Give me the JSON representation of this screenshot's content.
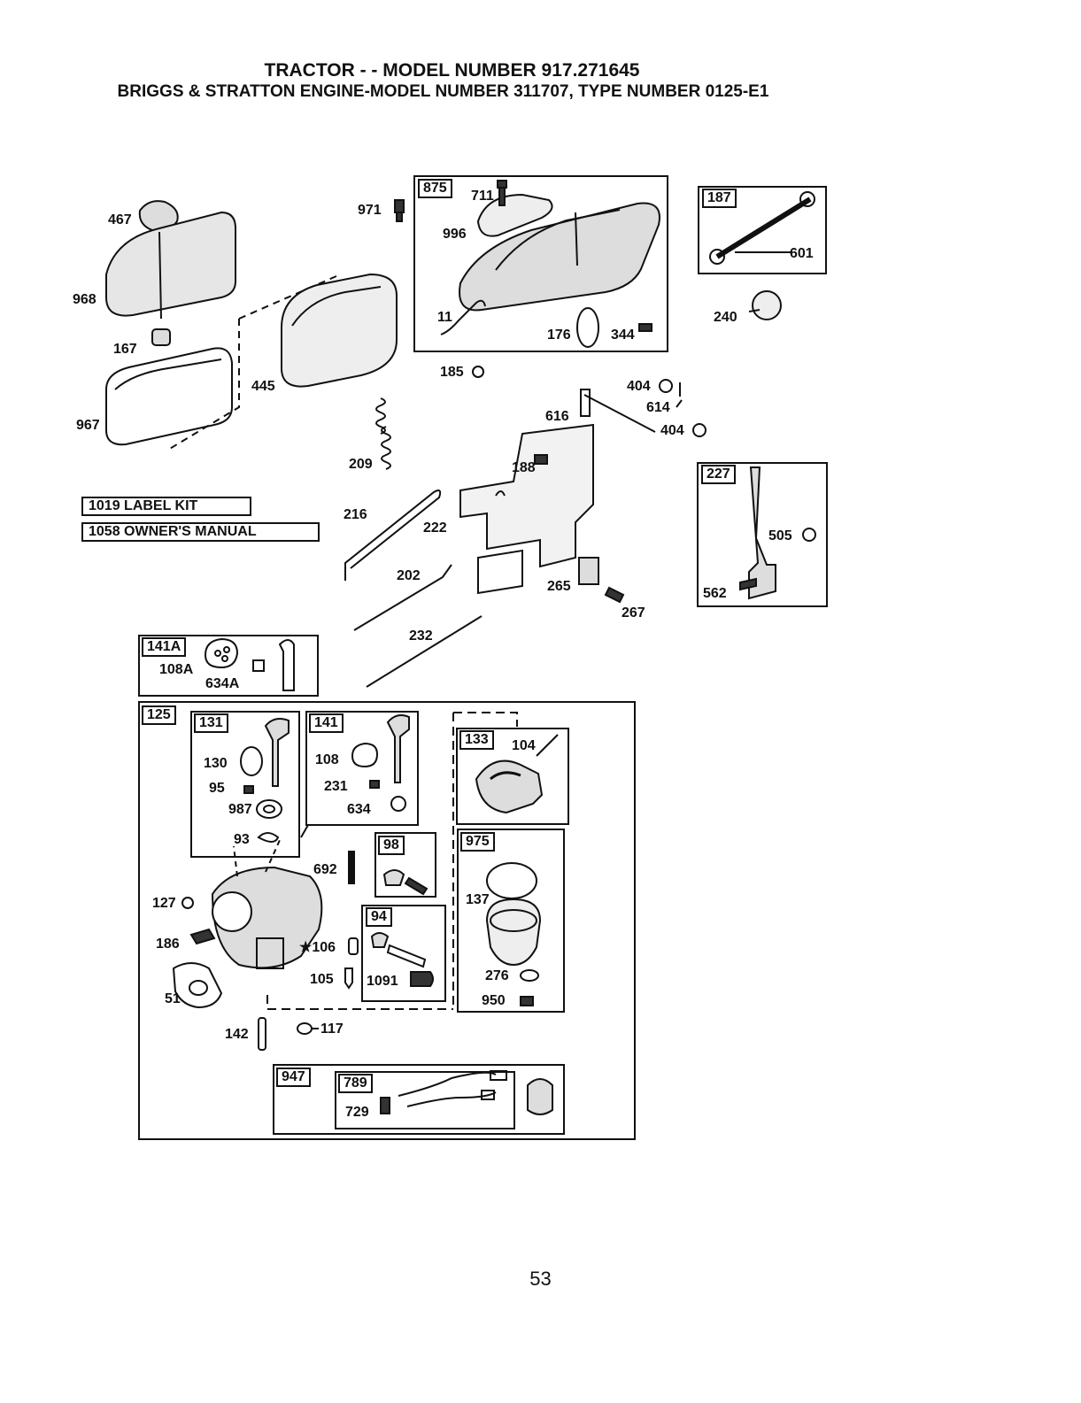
{
  "header": {
    "title_line1": "TRACTOR - - MODEL NUMBER 917.271645",
    "title_line2": "BRIGGS & STRATTON ENGINE-MODEL NUMBER 311707, TYPE NUMBER 0125-E1"
  },
  "kits": {
    "label_kit": "1019 LABEL KIT",
    "owners_manual": "1058 OWNER'S MANUAL"
  },
  "box_labels": {
    "b875": "875",
    "b187": "187",
    "b227": "227",
    "b141A": "141A",
    "b125": "125",
    "b131": "131",
    "b141": "141",
    "b133": "133",
    "b98": "98",
    "b975": "975",
    "b94": "94",
    "b947": "947",
    "b789": "789"
  },
  "parts": {
    "p467": "467",
    "p968": "968",
    "p167": "167",
    "p967": "967",
    "p445": "445",
    "p971": "971",
    "p711": "711",
    "p996": "996",
    "p11": "11",
    "p176": "176",
    "p344": "344",
    "p185": "185",
    "p601": "601",
    "p240": "240",
    "p404a": "404",
    "p614": "614",
    "p404b": "404",
    "p616": "616",
    "p188": "188",
    "p209": "209",
    "p216": "216",
    "p222": "222",
    "p202": "202",
    "p265": "265",
    "p267": "267",
    "p505": "505",
    "p562": "562",
    "p232": "232",
    "p108A": "108A",
    "p634A": "634A",
    "p130": "130",
    "p95": "95",
    "p987": "987",
    "p93": "93",
    "p108": "108",
    "p231": "231",
    "p634": "634",
    "p104": "104",
    "p692": "692",
    "p127": "127",
    "p186": "186",
    "p106": "★106",
    "p105": "105",
    "p1091": "1091",
    "p137": "137",
    "p276": "276",
    "p950": "950",
    "p51": "51",
    "p142": "142",
    "p117": "117",
    "p729": "729"
  },
  "page_number": "53"
}
